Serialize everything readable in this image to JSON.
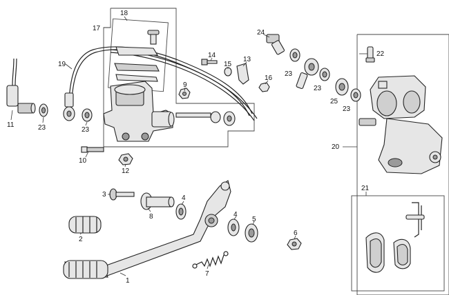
{
  "callouts": {
    "c1": "1",
    "c2": "2",
    "c3": "3",
    "c4a": "4",
    "c4b": "4",
    "c5": "5",
    "c6": "6",
    "c7": "7",
    "c8": "8",
    "c9": "9",
    "c10": "10",
    "c11": "11",
    "c12": "12",
    "c13": "13",
    "c14": "14",
    "c15": "15",
    "c16": "16",
    "c17": "17",
    "c18": "18",
    "c19": "19",
    "c20": "20",
    "c21": "21",
    "c22": "22",
    "c23a": "23",
    "c23b": "23",
    "c23c": "23",
    "c23d": "23",
    "c23e": "23",
    "c24": "24",
    "c25": "25"
  }
}
